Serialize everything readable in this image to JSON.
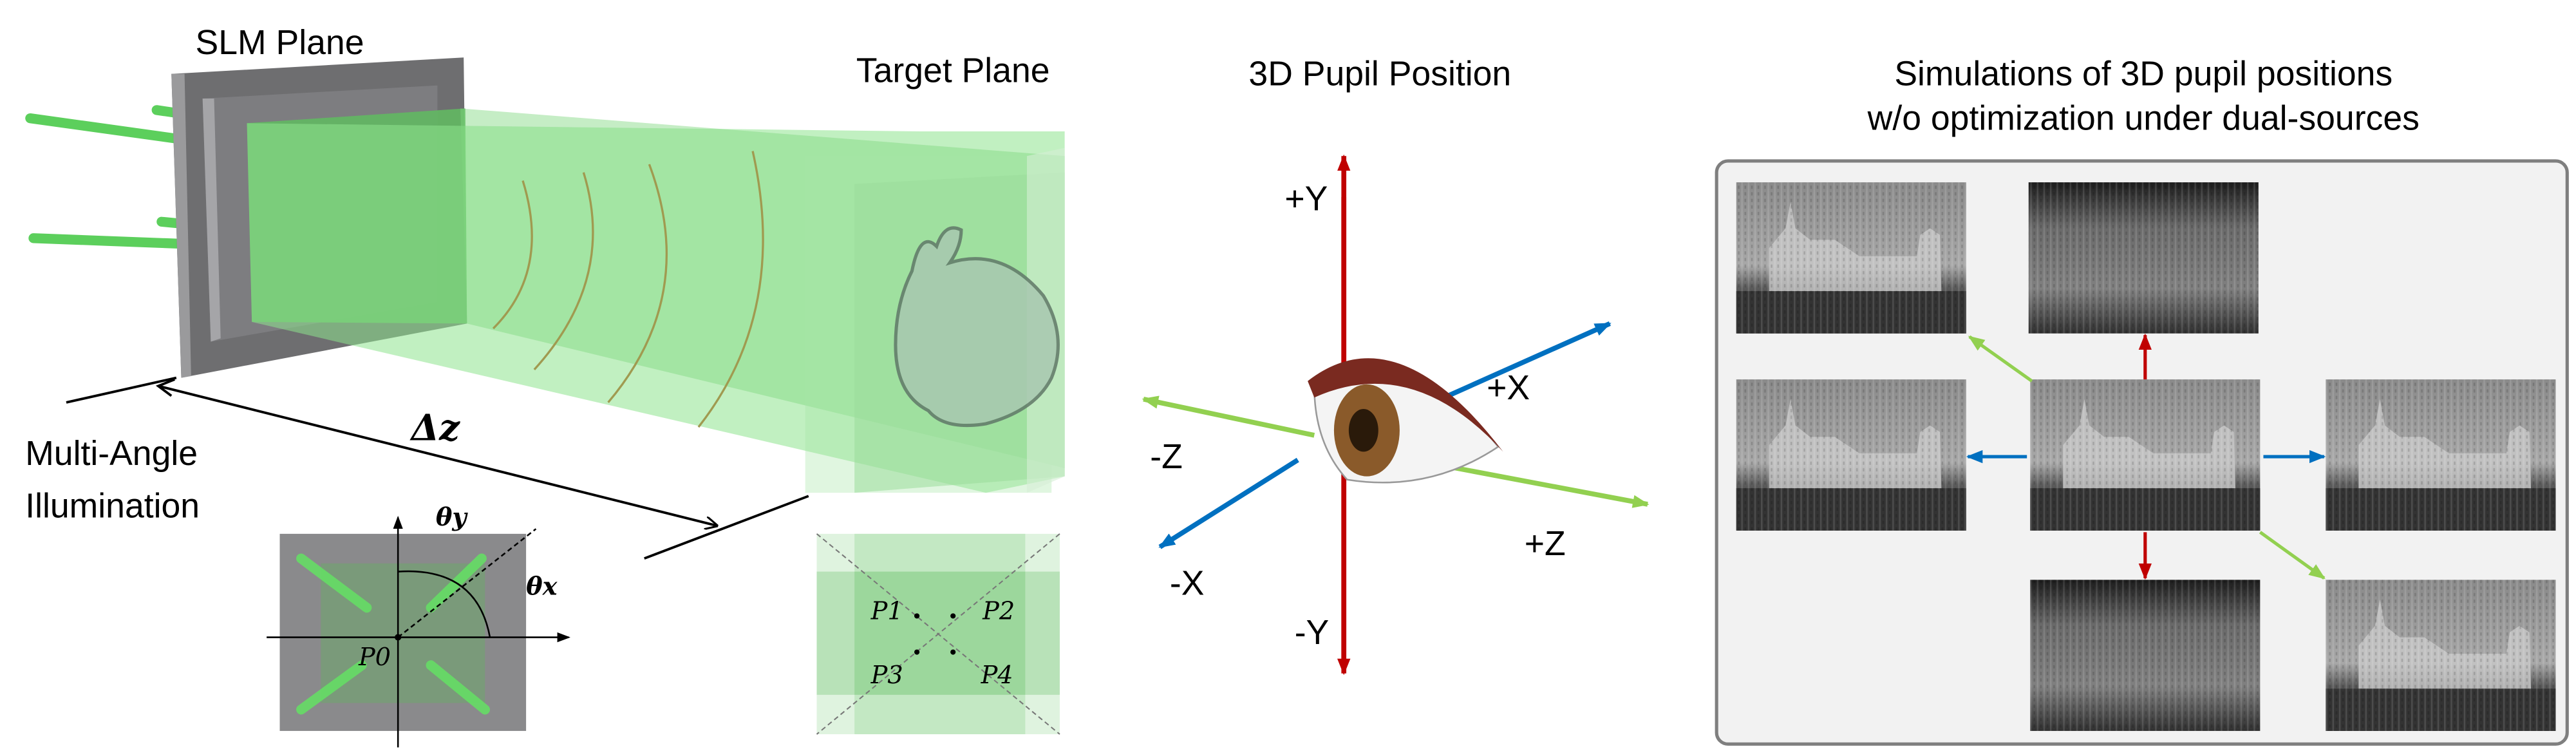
{
  "left_panel": {
    "slm_label": "SLM Plane",
    "target_label": "Target Plane",
    "distance_label": "Δz",
    "illumination_line1": "Multi-Angle",
    "illumination_line2": "Illumination",
    "inset_angles": {
      "theta_y": "θy",
      "theta_x": "θx",
      "origin": "P0"
    },
    "inset_points": [
      "P1",
      "P2",
      "P3",
      "P4"
    ]
  },
  "middle_panel": {
    "title": "3D Pupil Position",
    "axes": {
      "plus_y": "+Y",
      "minus_y": "-Y",
      "plus_x": "+X",
      "minus_x": "-X",
      "plus_z": "+Z",
      "minus_z": "-Z"
    }
  },
  "right_panel": {
    "title_line1": "Simulations of 3D pupil positions",
    "title_line2": "w/o optimization under dual-sources",
    "images": [
      "top-left",
      "top",
      "left",
      "center",
      "right",
      "bottom",
      "bottom-right"
    ]
  },
  "colors": {
    "y_axis": "#c00000",
    "x_axis": "#0070c0",
    "z_axis": "#92d050",
    "beam": "#7ee07e"
  }
}
